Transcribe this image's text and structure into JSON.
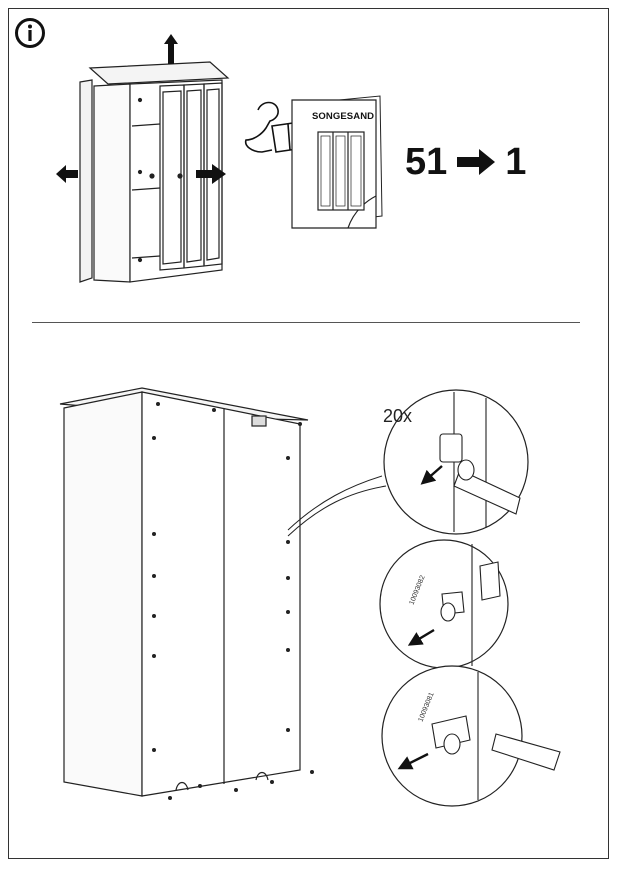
{
  "booklet": {
    "title": "SONGESAND"
  },
  "step_reference": {
    "from": "51",
    "to": "1"
  },
  "fastener_count": "20x",
  "part_numbers": [
    "10093082",
    "10093081"
  ],
  "icons": [
    "info-icon",
    "reading-person-icon",
    "arrow-right-icon"
  ]
}
